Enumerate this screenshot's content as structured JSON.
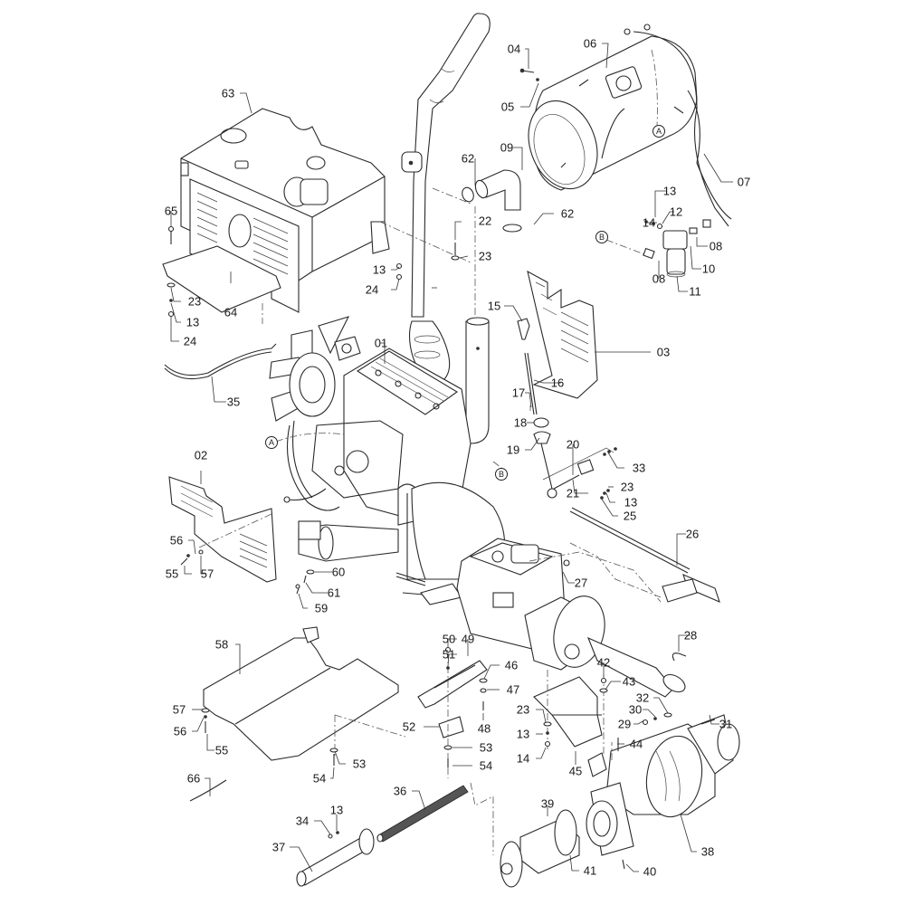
{
  "diagram": {
    "type": "exploded-parts-diagram",
    "subject": "engine, fuel tank, exhaust, gearbox and rear axle assembly",
    "callouts": [
      {
        "id": "04",
        "part": "bolt"
      },
      {
        "id": "05",
        "part": "washer"
      },
      {
        "id": "06",
        "part": "fuel-tank"
      },
      {
        "id": "07",
        "part": "fuel-line"
      },
      {
        "id": "63",
        "part": "radiator-hood"
      },
      {
        "id": "65",
        "part": "bolt"
      },
      {
        "id": "64",
        "part": "hood-bracket"
      },
      {
        "id": "23",
        "part": "washer"
      },
      {
        "id": "13",
        "part": "lock-washer"
      },
      {
        "id": "24",
        "part": "nut"
      },
      {
        "id": "62",
        "part": "hose-clamp"
      },
      {
        "id": "09",
        "part": "elbow-hose"
      },
      {
        "id": "22",
        "part": "bolt"
      },
      {
        "id": "12",
        "part": "washer"
      },
      {
        "id": "14",
        "part": "nut"
      },
      {
        "id": "08",
        "part": "fuel-fitting"
      },
      {
        "id": "10",
        "part": "bleed-screw"
      },
      {
        "id": "11",
        "part": "fuel-filter"
      },
      {
        "id": "15",
        "part": "shift-knob"
      },
      {
        "id": "16",
        "part": "shift-lever"
      },
      {
        "id": "17",
        "part": "pin"
      },
      {
        "id": "18",
        "part": "ring"
      },
      {
        "id": "19",
        "part": "boot"
      },
      {
        "id": "03",
        "part": "right-side-shield"
      },
      {
        "id": "01",
        "part": "engine"
      },
      {
        "id": "35",
        "part": "hose"
      },
      {
        "id": "02",
        "part": "left-side-shield"
      },
      {
        "id": "56",
        "part": "lock-washer"
      },
      {
        "id": "55",
        "part": "bolt"
      },
      {
        "id": "57",
        "part": "washer"
      },
      {
        "id": "60",
        "part": "washer"
      },
      {
        "id": "61",
        "part": "lock-washer"
      },
      {
        "id": "59",
        "part": "bolt"
      },
      {
        "id": "20",
        "part": "linkage"
      },
      {
        "id": "21",
        "part": "pivot-block"
      },
      {
        "id": "33",
        "part": "bolt"
      },
      {
        "id": "25",
        "part": "nut"
      },
      {
        "id": "26",
        "part": "throttle-cable"
      },
      {
        "id": "27",
        "part": "nut"
      },
      {
        "id": "28",
        "part": "u-bolt"
      },
      {
        "id": "58",
        "part": "skid-plate"
      },
      {
        "id": "50",
        "part": "nut"
      },
      {
        "id": "51",
        "part": "washer"
      },
      {
        "id": "49",
        "part": "support-bracket"
      },
      {
        "id": "46",
        "part": "washer"
      },
      {
        "id": "47",
        "part": "lock-washer"
      },
      {
        "id": "48",
        "part": "bolt"
      },
      {
        "id": "52",
        "part": "plate"
      },
      {
        "id": "53",
        "part": "washer"
      },
      {
        "id": "54",
        "part": "bolt"
      },
      {
        "id": "42",
        "part": "nut"
      },
      {
        "id": "43",
        "part": "washer"
      },
      {
        "id": "45",
        "part": "gearbox-mount"
      },
      {
        "id": "32",
        "part": "washer"
      },
      {
        "id": "30",
        "part": "lock-washer"
      },
      {
        "id": "29",
        "part": "nut"
      },
      {
        "id": "31",
        "part": "bolt"
      },
      {
        "id": "44",
        "part": "stud"
      },
      {
        "id": "66",
        "part": "cable-tie"
      },
      {
        "id": "36",
        "part": "splined-shaft"
      },
      {
        "id": "34",
        "part": "bolt"
      },
      {
        "id": "37",
        "part": "shaft-tube"
      },
      {
        "id": "39",
        "part": "universal-joint"
      },
      {
        "id": "41",
        "part": "nut"
      },
      {
        "id": "40",
        "part": "bolt"
      },
      {
        "id": "38",
        "part": "rear-axle-differential"
      }
    ],
    "reference_markers": [
      "A",
      "B"
    ]
  },
  "labels": {
    "l04": "04",
    "l05": "05",
    "l06": "06",
    "l07": "07",
    "l63": "63",
    "l65": "65",
    "l64": "64",
    "l23a": "23",
    "l13a": "13",
    "l24a": "24",
    "l13b": "13",
    "l24b": "24",
    "l62a": "62",
    "l62b": "62",
    "l09": "09",
    "l22": "22",
    "l23b": "23",
    "l13c": "13",
    "l12": "12",
    "l14a": "14",
    "l08a": "08",
    "l08b": "08",
    "l10": "10",
    "l11": "11",
    "l15": "15",
    "l16": "16",
    "l17": "17",
    "l18": "18",
    "l19": "19",
    "l03": "03",
    "l01": "01",
    "l35": "35",
    "l02": "02",
    "l56a": "56",
    "l55a": "55",
    "l57a": "57",
    "l60": "60",
    "l61": "61",
    "l59": "59",
    "l20": "20",
    "l21": "21",
    "l33": "33",
    "l23c": "23",
    "l13d": "13",
    "l25": "25",
    "l26": "26",
    "l27": "27",
    "l28": "28",
    "l58": "58",
    "l57b": "57",
    "l56b": "56",
    "l55b": "55",
    "l50": "50",
    "l51": "51",
    "l49": "49",
    "l46": "46",
    "l47": "47",
    "l48": "48",
    "l52": "52",
    "l53a": "53",
    "l54a": "54",
    "l53b": "53",
    "l54b": "54",
    "l42": "42",
    "l43": "43",
    "l23d": "23",
    "l13e": "13",
    "l14b": "14",
    "l45": "45",
    "l32": "32",
    "l30": "30",
    "l29": "29",
    "l31": "31",
    "l44": "44",
    "l66": "66",
    "l36": "36",
    "l34": "34",
    "l13f": "13",
    "l37": "37",
    "l39": "39",
    "l41": "41",
    "l40": "40",
    "l38": "38",
    "refA1": "A",
    "refA2": "A",
    "refB1": "B",
    "refB2": "B"
  }
}
